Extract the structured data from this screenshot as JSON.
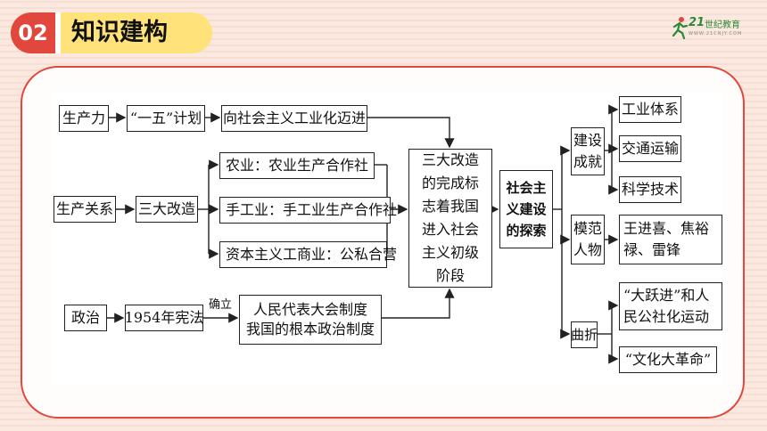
{
  "header": {
    "number": "02",
    "title": "知识建构"
  },
  "logo": {
    "number": "21",
    "text": "世纪教育",
    "subtext": "WWW.21CNJY.COM"
  },
  "diagram": {
    "productivity": "生产力",
    "first_five_year_plan": "“一五”计划",
    "industrialization": "向社会主义工业化迈进",
    "relations": "生产关系",
    "three_reforms": "三大改造",
    "agriculture": "农业：农业生产合作社",
    "handicraft": "手工业：手工业生产合作社",
    "capitalist": "资本主义工商业：公私合营",
    "politics": "政治",
    "constitution": "1954年宪法",
    "established": "确立",
    "congress_line1": "人民代表大会制度",
    "congress_line2": "我国的根本政治制度",
    "completion": "三大改造的完成标志着我国进入社会主义初级阶段",
    "exploration": "社会主义建设的探索",
    "achievements": "建设成就",
    "models": "模范人物",
    "setbacks": "曲折",
    "industry_system": "工业体系",
    "transport": "交通运输",
    "science": "科学技术",
    "model_names": "王进喜、焦裕禄、雷锋",
    "great_leap": "“大跃进”和人民公社化运动",
    "cultural_revolution": "“文化大革命”"
  }
}
